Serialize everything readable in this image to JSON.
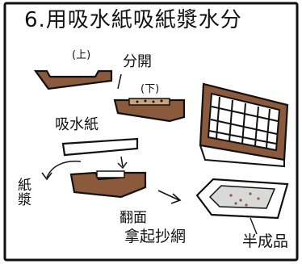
{
  "title": "6.用吸水紙吸紙漿水分",
  "labels": {
    "top": "(上)",
    "separate": "分開",
    "bottom": "(下)",
    "absorbent_paper": "吸水紙",
    "pulp": "紙漿",
    "flip": "翻面",
    "lift_mesh": "拿起抄網",
    "semi_product": "半成品"
  },
  "colors": {
    "ink": "#111111",
    "frame_brown": "#8b5a3c",
    "paper_tan": "#c9a27e",
    "sheet_gray": "#d9d9d9"
  }
}
